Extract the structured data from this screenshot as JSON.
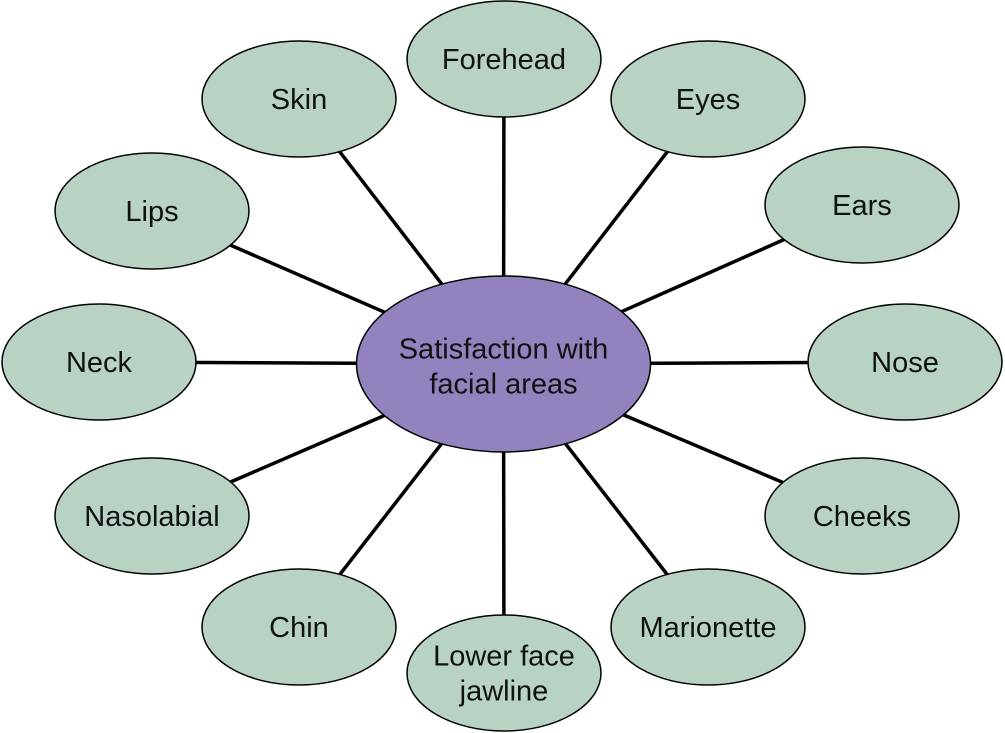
{
  "center": {
    "lines": [
      "Satisfaction with",
      "facial areas"
    ]
  },
  "nodes": [
    {
      "id": "forehead",
      "lines": [
        "Forehead"
      ]
    },
    {
      "id": "eyes",
      "lines": [
        "Eyes"
      ]
    },
    {
      "id": "ears",
      "lines": [
        "Ears"
      ]
    },
    {
      "id": "nose",
      "lines": [
        "Nose"
      ]
    },
    {
      "id": "cheeks",
      "lines": [
        "Cheeks"
      ]
    },
    {
      "id": "marionette",
      "lines": [
        "Marionette"
      ]
    },
    {
      "id": "lower-face-jawline",
      "lines": [
        "Lower face",
        "jawline"
      ]
    },
    {
      "id": "chin",
      "lines": [
        "Chin"
      ]
    },
    {
      "id": "nasolabial",
      "lines": [
        "Nasolabial"
      ]
    },
    {
      "id": "neck",
      "lines": [
        "Neck"
      ]
    },
    {
      "id": "lips",
      "lines": [
        "Lips"
      ]
    },
    {
      "id": "skin",
      "lines": [
        "Skin"
      ]
    }
  ],
  "colors": {
    "center_fill": "#9283bf",
    "node_fill": "#b8d3c4",
    "stroke": "#000000"
  }
}
